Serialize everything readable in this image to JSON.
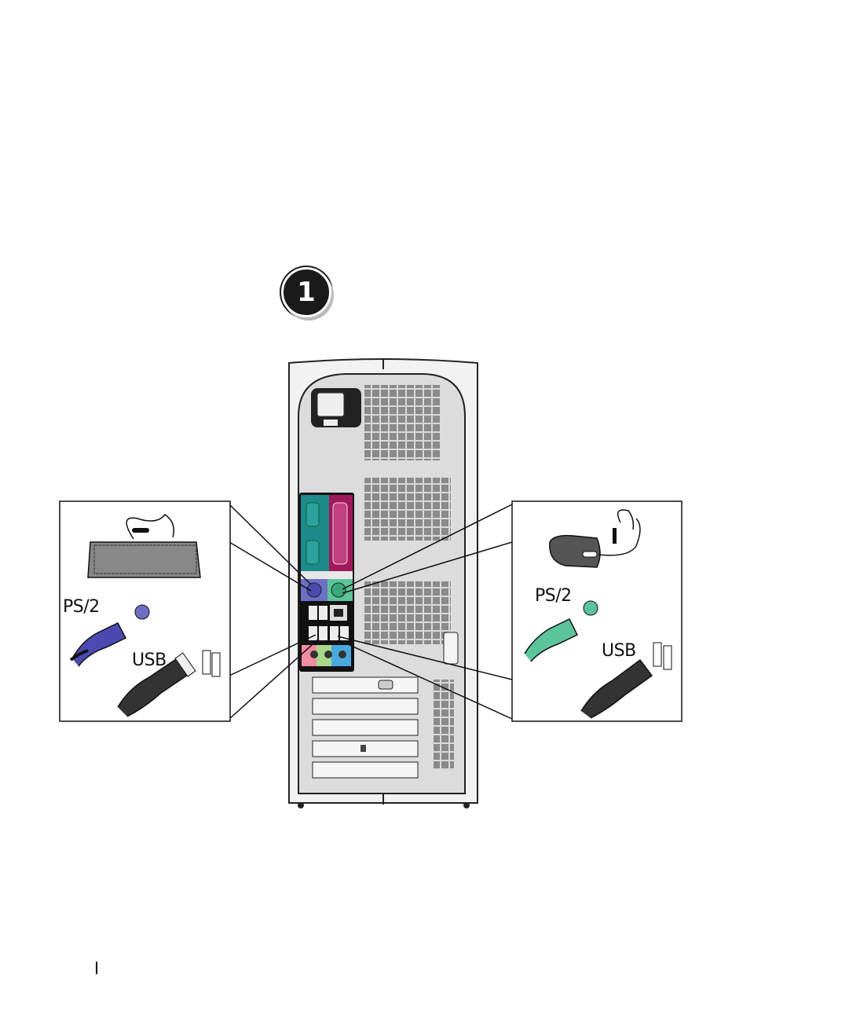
{
  "step": {
    "number": "1"
  },
  "left_callout": {
    "ps2_label": "PS/2",
    "usb_label": "USB",
    "device": "keyboard"
  },
  "right_callout": {
    "ps2_label": "PS/2",
    "usb_label": "USB",
    "device": "mouse"
  },
  "colors": {
    "serial": "#1f8a8a",
    "parallel": "#a0195a",
    "ps2_keyboard": "#6c6fc4",
    "ps2_mouse": "#5cc49a",
    "audio_pink": "#f28ca0",
    "audio_green": "#a8d88a",
    "audio_blue": "#4aa8e0"
  }
}
